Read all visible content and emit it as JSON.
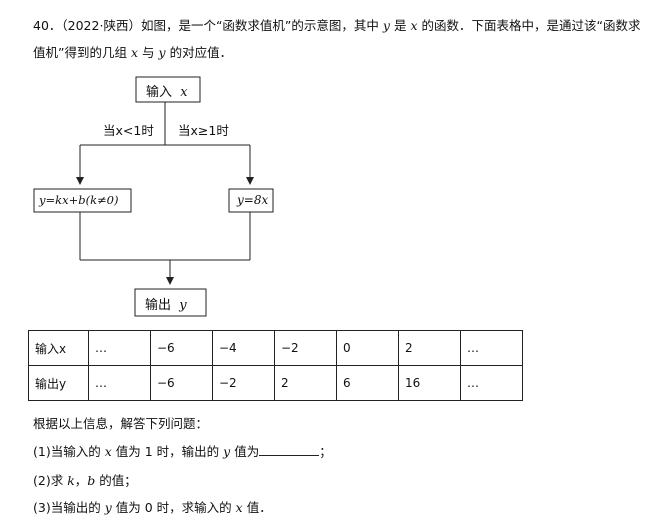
{
  "problem": {
    "line1_a": "40．（2022·陕西）如图，是一个“函数求值机”的示意图，其中",
    "var_y": "y",
    "line1_b": "是",
    "var_x": "x",
    "line1_c": "的函数．下面表格中，是通过该“函数求",
    "line2_a": "值机”得到的几组",
    "line2_b": "与",
    "line2_c": "的对应值．"
  },
  "flowchart": {
    "input_label": "输入",
    "input_var": "x",
    "branch_left": "当x<1时",
    "branch_right": "当x≥1时",
    "formula_left": "y=kx+b(k≠0)",
    "formula_right": "y=8x",
    "output_label": "输出",
    "output_var": "y"
  },
  "table": {
    "row_input_label": "输入x",
    "row_output_label": "输出y",
    "inputs": [
      "…",
      "−6",
      "−4",
      "−2",
      "0",
      "2",
      "…"
    ],
    "outputs": [
      "…",
      "−6",
      "−2",
      "2",
      "6",
      "16",
      "…"
    ]
  },
  "questions": {
    "intro": "根据以上信息，解答下列问题：",
    "q1_a": "(1)当输入的",
    "q1_b": "值为 1 时，输出的",
    "q1_c": "值为",
    "q1_d": "；",
    "q2_a": "(2)求",
    "q2_k": "k",
    "q2_sep": "，",
    "q2_b": "b",
    "q2_c": "的值；",
    "q3_a": "(3)当输出的",
    "q3_b": "值为 0 时，求输入的",
    "q3_c": "值．"
  }
}
